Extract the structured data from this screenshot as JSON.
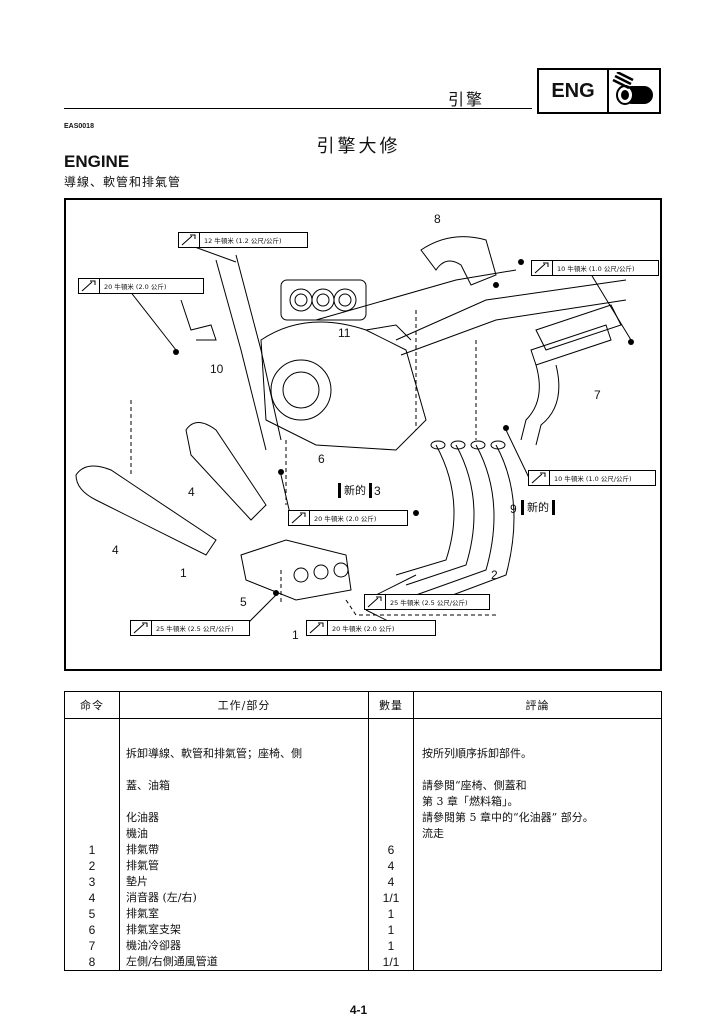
{
  "header": {
    "chapter": "引擎",
    "tag": "ENG",
    "tag_icon": "engine-icon"
  },
  "doc_code": "EAS0018",
  "title_cn": "引擎大修",
  "title_en": "ENGINE",
  "subtitle": "導線、軟管和排氣管",
  "diagram": {
    "torque_labels": [
      "12 牛頓米 (1.2 公尺/公斤)",
      "20 牛頓米 (2.0 公斤)",
      "10 牛頓米 (1.0 公尺/公斤)",
      "10 牛頓米 (1.0 公尺/公斤)",
      "20 牛頓米 (2.0 公斤)",
      "25 牛頓米 (2.5 公尺/公斤)",
      "25 牛頓米 (2.5 公尺/公斤)",
      "20 牛頓米 (2.0 公斤)"
    ],
    "new_tag": "新的",
    "callouts": [
      "8",
      "11",
      "10",
      "7",
      "6",
      "3",
      "4",
      "9",
      "4",
      "1",
      "2",
      "5",
      "1"
    ]
  },
  "table": {
    "headers": [
      "命令",
      "工作/部分",
      "數量",
      "評論"
    ],
    "numbers": [
      "",
      "",
      "",
      "",
      "",
      "",
      "1",
      "2",
      "3",
      "4",
      "5",
      "6",
      "7",
      "8"
    ],
    "work": [
      "拆卸導線、軟管和排氣管；座椅、側",
      "",
      "蓋、油箱",
      "",
      "化油器",
      "機油",
      "排氣帶",
      "排氣管",
      "墊片",
      "消音器 (左/右)",
      "排氣室",
      "排氣室支架",
      "機油冷卻器",
      "左側/右側通風管道"
    ],
    "qty": [
      "",
      "",
      "",
      "",
      "",
      "",
      "6",
      "4",
      "4",
      "1/1",
      "1",
      "1",
      "1",
      "1/1"
    ],
    "remarks": [
      "按所列順序拆卸部件。",
      "",
      "請參閱“座椅、側蓋和",
      "第 3 章「燃料箱」。",
      "請參閱第 5 章中的“化油器” 部分。",
      "流走"
    ]
  },
  "page_number": "4-1"
}
